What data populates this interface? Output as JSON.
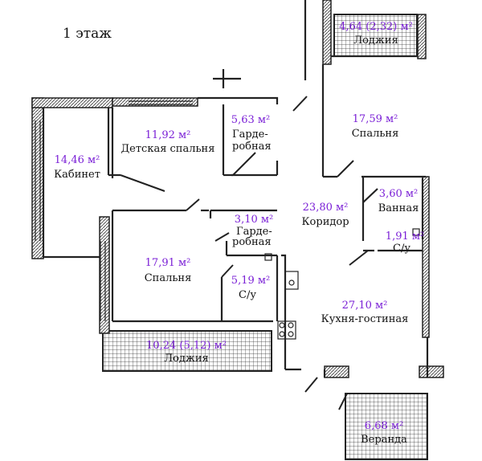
{
  "floor_title": "1 этаж",
  "rooms": [
    {
      "key": "loggia_top",
      "area": "4,64 (2,32) м²",
      "name": "Лоджия"
    },
    {
      "key": "bedroom_right",
      "area": "17,59 м²",
      "name": "Спальня"
    },
    {
      "key": "kids_bedroom",
      "area": "11,92 м²",
      "name": "Детская спальня"
    },
    {
      "key": "wardrobe_top",
      "area": "5,63 м²",
      "name": "Гарде-\nробная"
    },
    {
      "key": "study",
      "area": "14,46 м²",
      "name": "Кабинет"
    },
    {
      "key": "corridor",
      "area": "23,80 м²",
      "name": "Коридор"
    },
    {
      "key": "bathroom",
      "area": "3,60 м²",
      "name": "Ванная"
    },
    {
      "key": "wc_right",
      "area": "1,91 м²",
      "name": "С/у"
    },
    {
      "key": "wardrobe_mid",
      "area": "3,10 м²",
      "name": "Гарде-\nробная"
    },
    {
      "key": "bedroom_left",
      "area": "17,91 м²",
      "name": "Спальня"
    },
    {
      "key": "wc_left",
      "area": "5,19 м²",
      "name": "С/у"
    },
    {
      "key": "kitchen",
      "area": "27,10 м²",
      "name": "Кухня-гостиная"
    },
    {
      "key": "loggia_bottom",
      "area": "10,24  (5,12) м²",
      "name": "Лоджия"
    },
    {
      "key": "veranda",
      "area": "6,68 м²",
      "name": "Веранда"
    }
  ],
  "colors": {
    "area_text": "#7a1fd6",
    "wall": "#222222",
    "hatch": "#555555"
  }
}
